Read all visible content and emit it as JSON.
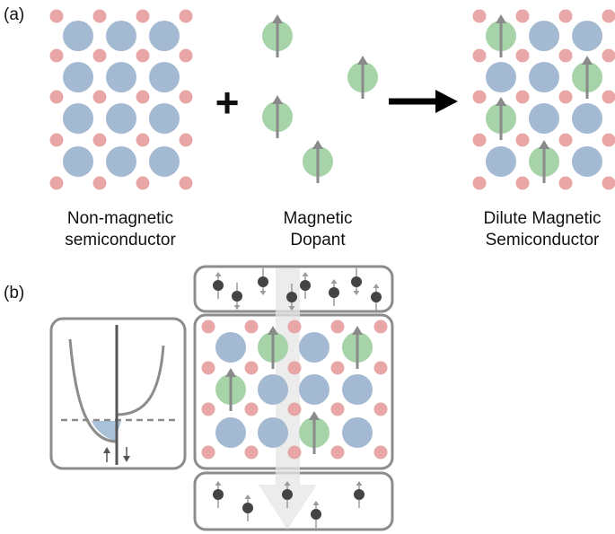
{
  "panel_a": {
    "tag": "(a)",
    "plus_sign": "+",
    "labels": {
      "host_line1": "Non-magnetic",
      "host_line2": "semiconductor",
      "dopant_line1": "Magnetic",
      "dopant_line2": "Dopant",
      "dms_line1": "Dilute Magnetic",
      "dms_line2": "Semiconductor"
    }
  },
  "panel_b": {
    "tag": "(b)"
  },
  "colors": {
    "host_atom": "#a4bad2",
    "small_atom": "#e8a6a6",
    "dopant_atom": "#a6d3a8",
    "spin_arrow": "#8a8a8a",
    "electron": "#444444",
    "frame": "#8c8c8c",
    "band_fill": "#a9c2da",
    "current_arrow": "#e6e6e6",
    "reaction_arrow": "#000000"
  },
  "icons": {
    "reaction": "right-arrow",
    "spin_up": "up-arrow",
    "spin_down": "down-arrow",
    "current": "down-arrow"
  }
}
